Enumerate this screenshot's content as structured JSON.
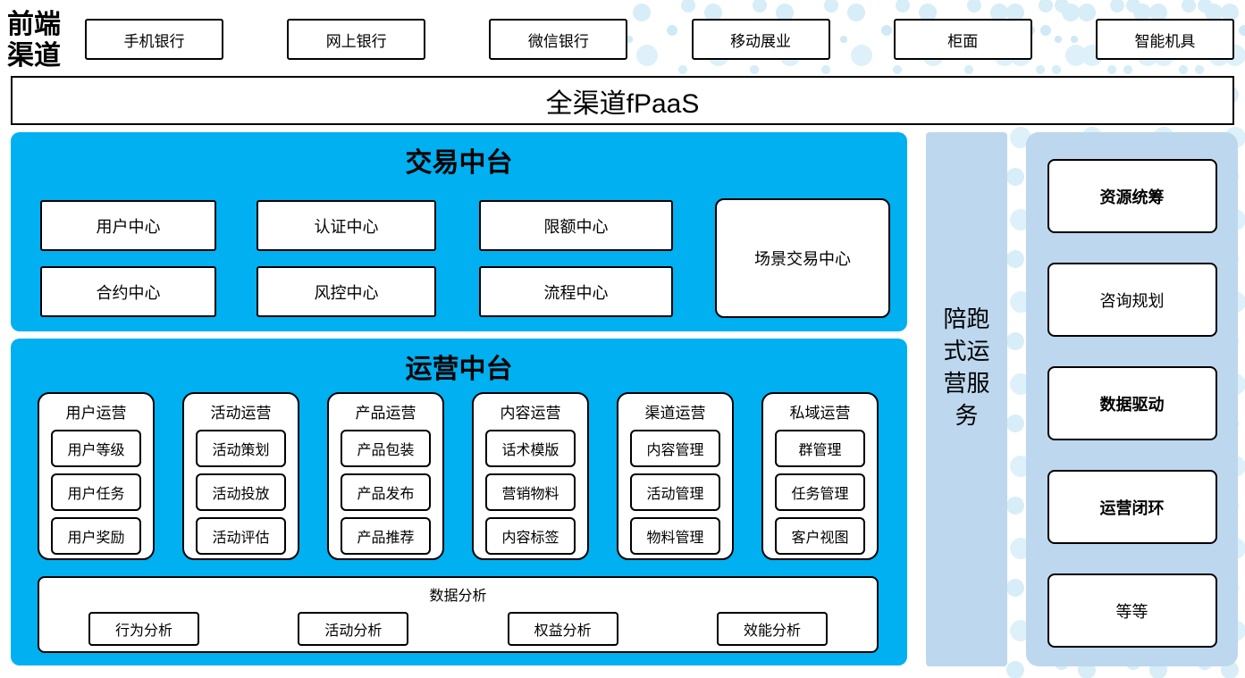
{
  "front_channels": {
    "label": "前端渠道",
    "items": [
      "手机银行",
      "网上银行",
      "微信银行",
      "移动展业",
      "柜面",
      "智能机具"
    ]
  },
  "banner": {
    "label": "全渠道fPaaS"
  },
  "transaction_platform": {
    "title": "交易中台",
    "centers_row1": [
      "用户中心",
      "认证中心",
      "限额中心"
    ],
    "centers_row2": [
      "合约中心",
      "风控中心",
      "流程中心"
    ],
    "scene_center": "场景交易中心"
  },
  "operation_platform": {
    "title": "运营中台",
    "groups": [
      {
        "title": "用户运营",
        "items": [
          "用户等级",
          "用户任务",
          "用户奖励"
        ]
      },
      {
        "title": "活动运营",
        "items": [
          "活动策划",
          "活动投放",
          "活动评估"
        ]
      },
      {
        "title": "产品运营",
        "items": [
          "产品包装",
          "产品发布",
          "产品推荐"
        ]
      },
      {
        "title": "内容运营",
        "items": [
          "话术模版",
          "营销物料",
          "内容标签"
        ]
      },
      {
        "title": "渠道运营",
        "items": [
          "内容管理",
          "活动管理",
          "物料管理"
        ]
      },
      {
        "title": "私域运营",
        "items": [
          "群管理",
          "任务管理",
          "客户视图"
        ]
      }
    ],
    "data_analysis": {
      "title": "数据分析",
      "items": [
        "行为分析",
        "活动分析",
        "权益分析",
        "效能分析"
      ]
    }
  },
  "side_strip": {
    "label": "陪跑式运营服务"
  },
  "right_panel": {
    "items": [
      {
        "label": "资源统筹",
        "bold": true
      },
      {
        "label": "咨询规划",
        "bold": false
      },
      {
        "label": "数据驱动",
        "bold": true
      },
      {
        "label": "运营闭环",
        "bold": true
      },
      {
        "label": "等等",
        "bold": false
      }
    ]
  },
  "colors": {
    "platform_blue": "#00B0F0",
    "panel_light_blue": "#BDD7EE",
    "dot_blue": "#D7EDF8",
    "border": "#000000"
  }
}
